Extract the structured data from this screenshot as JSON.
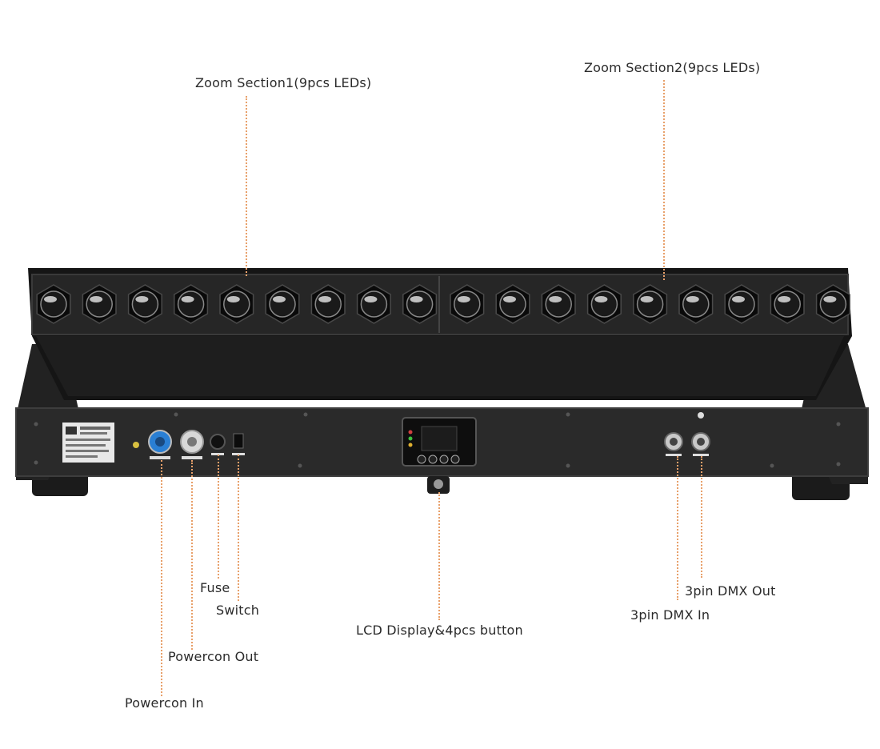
{
  "callouts": {
    "zoom1": "Zoom Section1(9pcs LEDs)",
    "zoom2": "Zoom Section2(9pcs LEDs)",
    "fuse": "Fuse",
    "switch": "Switch",
    "powercon_out": "Powercon Out",
    "powercon_in": "Powercon In",
    "lcd": "LCD Display&4pcs button",
    "dmx_out": "3pin DMX Out",
    "dmx_in": "3pin DMX In"
  },
  "colors": {
    "callout_line": "#e8a06a",
    "text": "#2b2b2b",
    "housing": "#1a1a1a",
    "panel": "#2a2a2a"
  }
}
